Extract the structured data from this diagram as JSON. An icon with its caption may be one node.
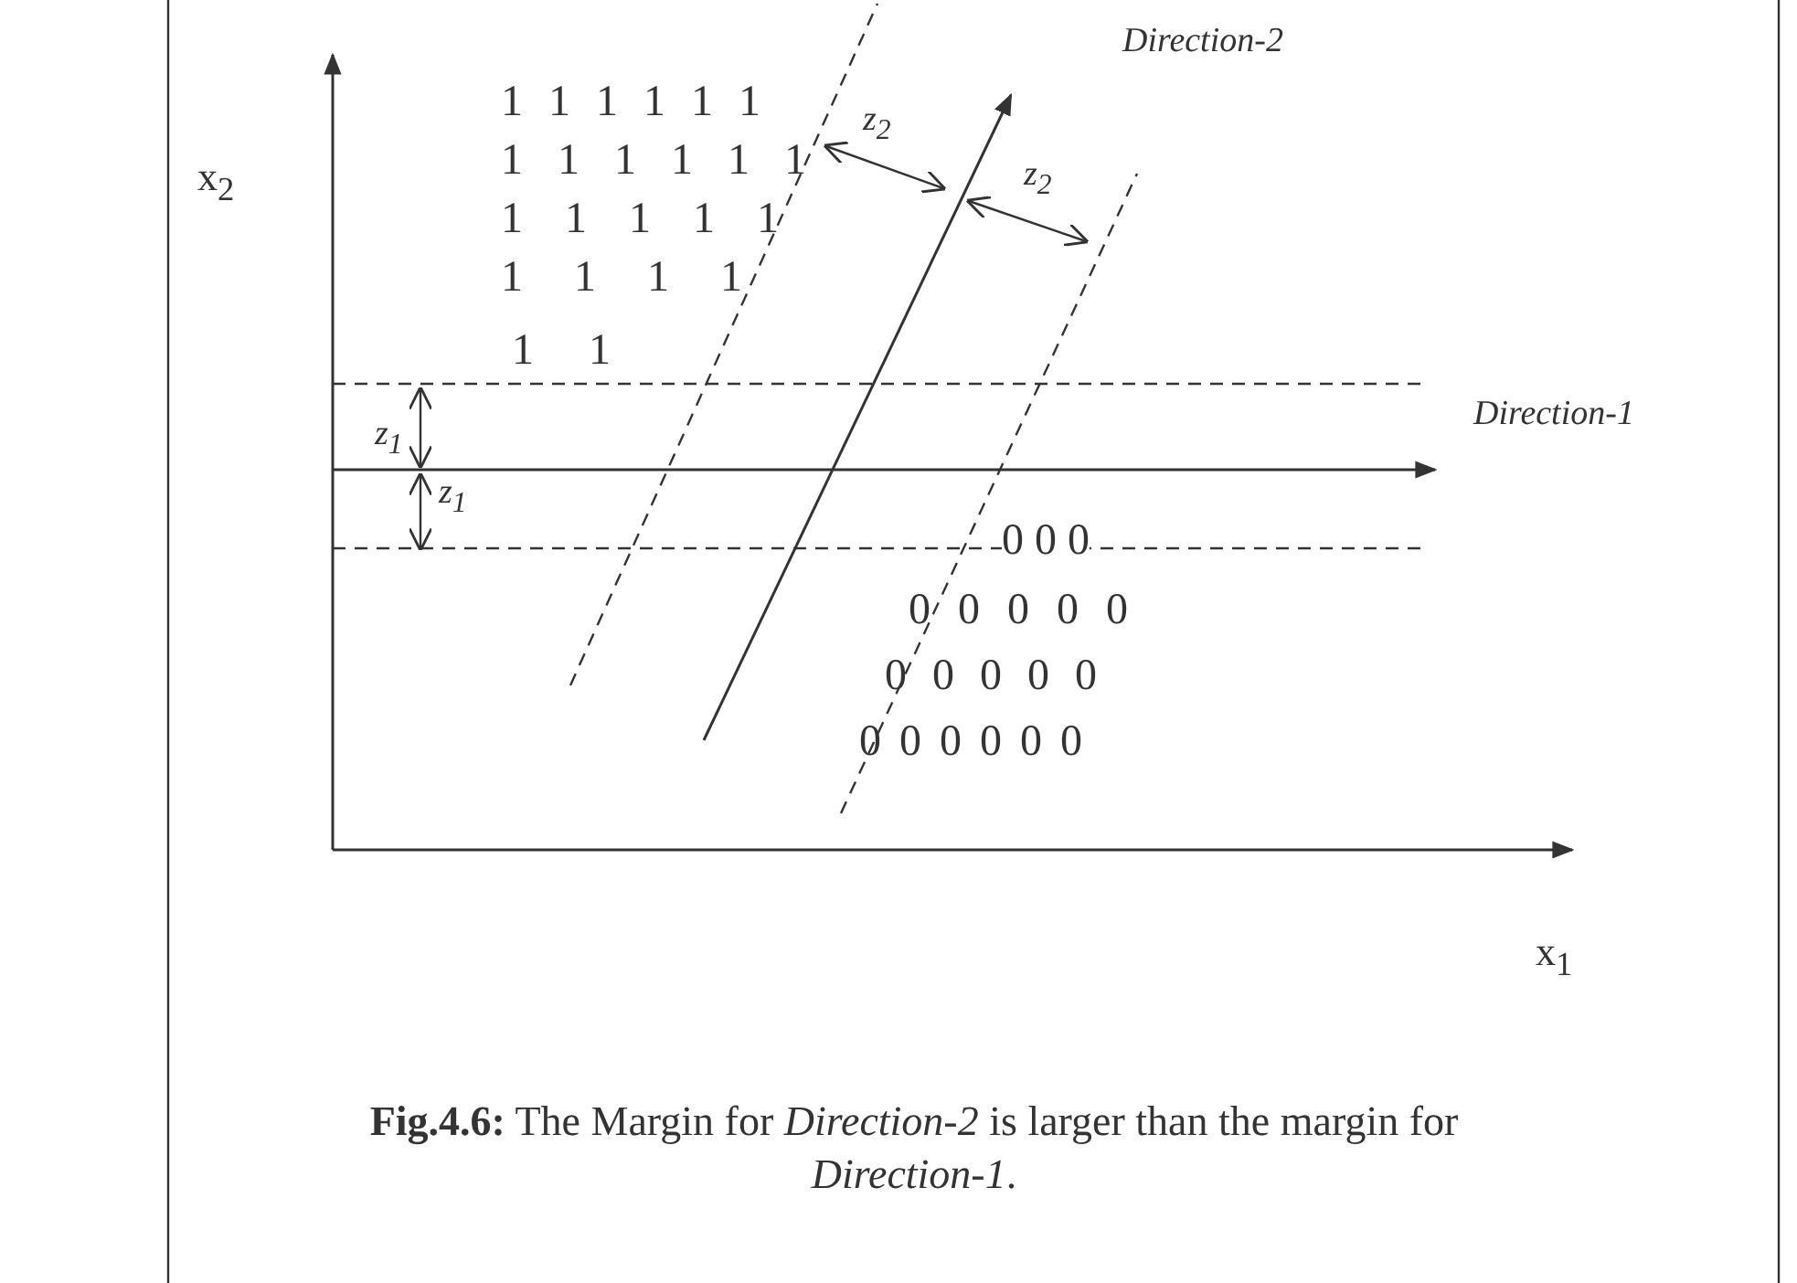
{
  "diagram": {
    "caption": "**Fig.4.6:** The Margin for *Direction-2* is larger than the margin for *Direction-1*.",
    "labels": [
      "x$_{2}$",
      "Direction-2",
      "z$_{2}$",
      "z$_{2}$",
      "Direction-1",
      "z$_{1}$",
      "z$_{1}$",
      "x$_{1}$",
      "1 1 1 1 1 1",
      "1 1 1 1 1 1",
      "1 1 1 1 1",
      "1 1 1 1",
      "1 1",
      "0 0 0",
      "0 0 0 0 0",
      "0 0 0 0 0",
      "0 0 0 0 0 0"
    ]
  }
}
